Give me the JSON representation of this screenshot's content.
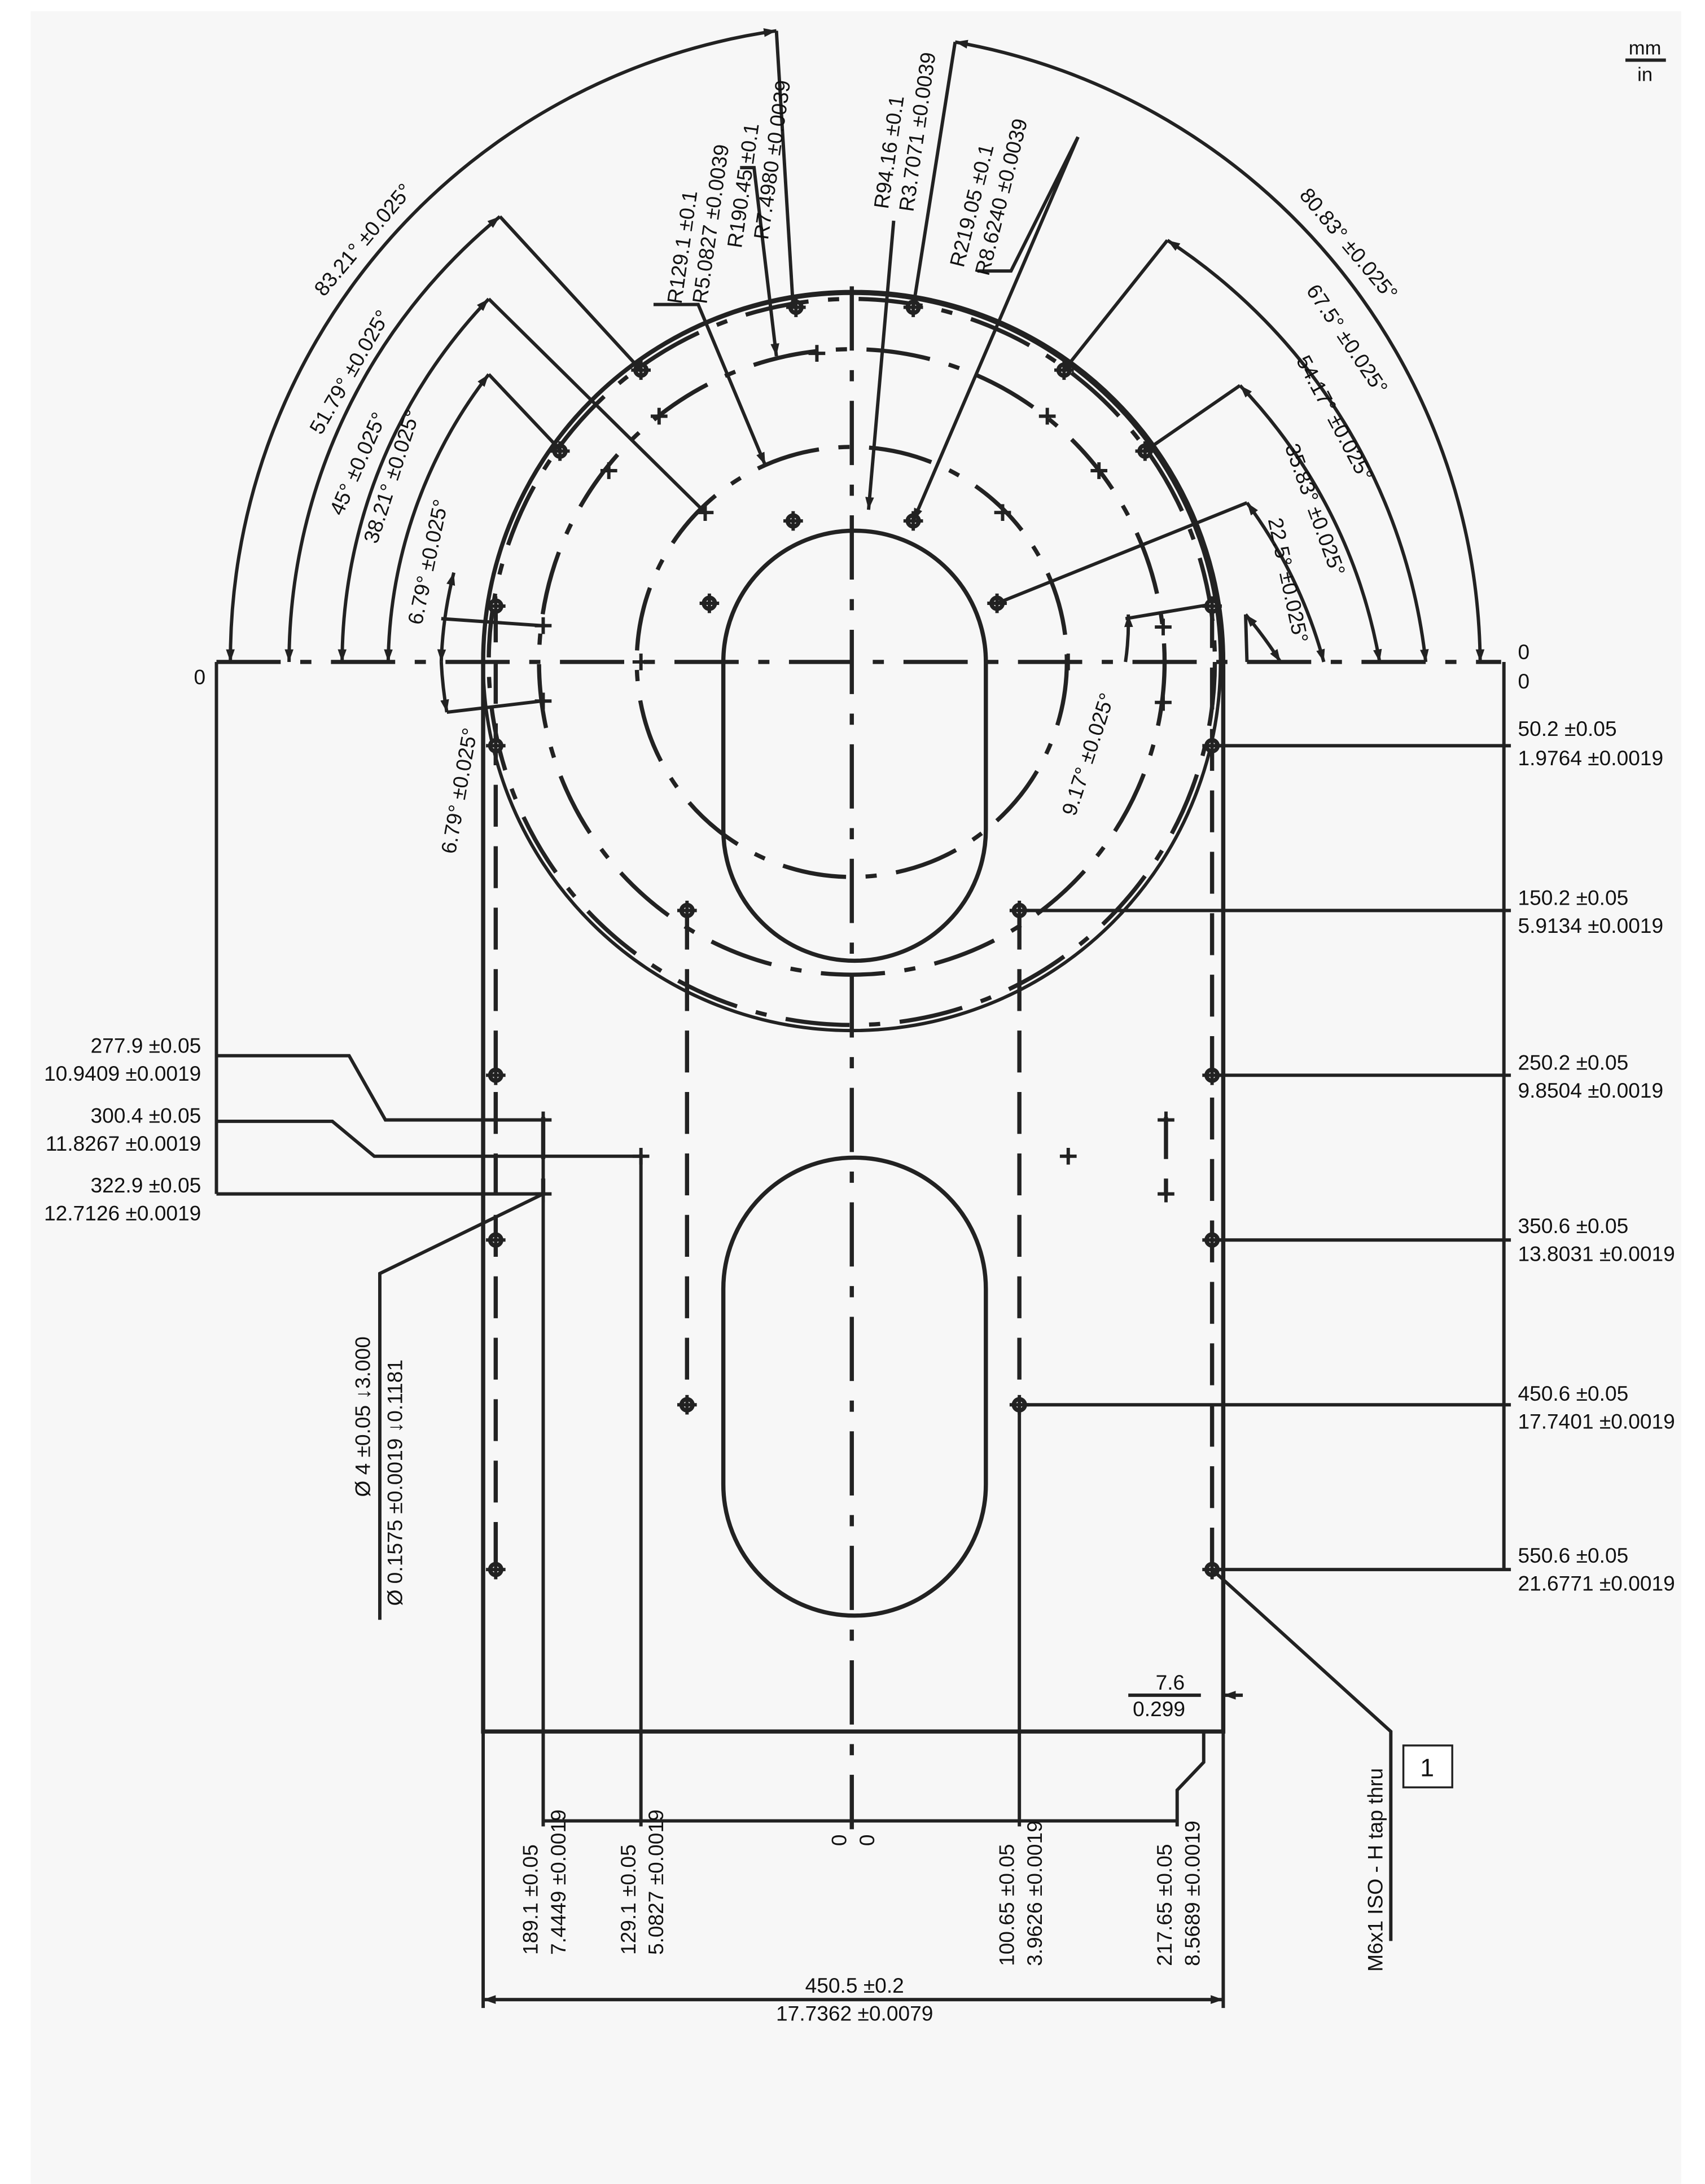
{
  "units": {
    "top": "mm",
    "bottom": "in"
  },
  "origin_labels": {
    "left_zero": "0",
    "right_zero_mm": "0",
    "right_zero_in": "0",
    "bottom_zero_mm": "0",
    "bottom_zero_in": "0"
  },
  "angle_dims": [
    "83.21° ±0.025°",
    "51.79° ±0.025°",
    "45° ±0.025°",
    "38.21° ±0.025°",
    "6.79° ±0.025°",
    "80.83° ±0.025°",
    "67.5° ±0.025°",
    "54.17° ±0.025°",
    "35.83° ±0.025°",
    "22.5° ±0.025°",
    "6.79° ±0.025°",
    "9.17° ±0.025°"
  ],
  "radius_dims": [
    {
      "mm": "R129.1 ±0.1",
      "in": "R5.0827 ±0.0039"
    },
    {
      "mm": "R190.45 ±0.1",
      "in": "R7.4980 ±0.0039"
    },
    {
      "mm": "R94.16 ±0.1",
      "in": "R3.7071 ±0.0039"
    },
    {
      "mm": "R219.05 ±0.1",
      "in": "R8.6240 ±0.0039"
    }
  ],
  "right_dims": [
    {
      "mm": "50.2 ±0.05",
      "in": "1.9764 ±0.0019"
    },
    {
      "mm": "150.2 ±0.05",
      "in": "5.9134 ±0.0019"
    },
    {
      "mm": "250.2 ±0.05",
      "in": "9.8504 ±0.0019"
    },
    {
      "mm": "350.6 ±0.05",
      "in": "13.8031 ±0.0019"
    },
    {
      "mm": "450.6 ±0.05",
      "in": "17.7401 ±0.0019"
    },
    {
      "mm": "550.6 ±0.05",
      "in": "21.6771 ±0.0019"
    }
  ],
  "left_dims": [
    {
      "mm": "277.9 ±0.05",
      "in": "10.9409 ±0.0019"
    },
    {
      "mm": "300.4 ±0.05",
      "in": "11.8267 ±0.0019"
    },
    {
      "mm": "322.9 ±0.05",
      "in": "12.7126 ±0.0019"
    }
  ],
  "hole_callout": {
    "mm": "Ø 4 ±0.05 ↓3.000",
    "in": "Ø 0.1575 ±0.0019 ↓0.1181"
  },
  "bottom_dims": [
    {
      "mm": "189.1 ±0.05",
      "in": "7.4449 ±0.0019"
    },
    {
      "mm": "129.1 ±0.05",
      "in": "5.0827 ±0.0019"
    },
    {
      "mm": "100.65 ±0.05",
      "in": "3.9626 ±0.0019"
    },
    {
      "mm": "217.65 ±0.05",
      "in": "8.5689 ±0.0019"
    }
  ],
  "edge_offset": {
    "mm": "7.6",
    "in": "0.299"
  },
  "overall_width": {
    "mm": "450.5 ±0.2",
    "in": "17.7362 ±0.0079"
  },
  "tap_note": "M6x1 ISO - H tap thru",
  "balloon": "1"
}
